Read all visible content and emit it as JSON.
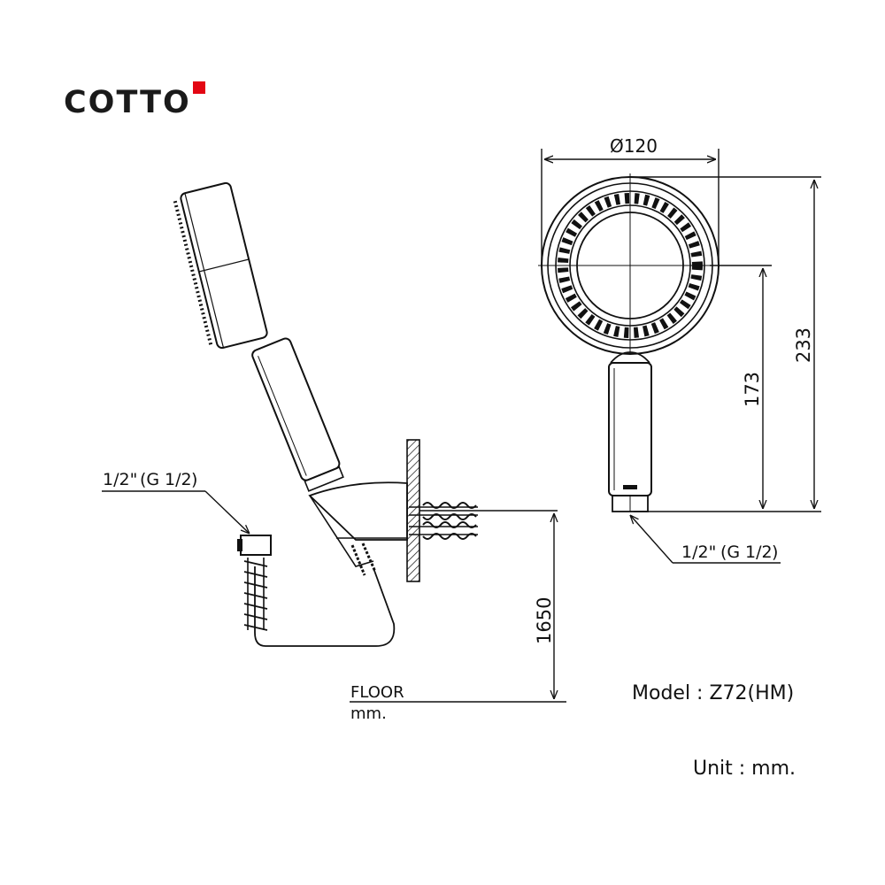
{
  "brand": {
    "name": "COTTO",
    "accent_color": "#e30613"
  },
  "dimensions": {
    "diameter": "Ø120",
    "total_height": "233",
    "handle_height": "173",
    "mount_height": "1650"
  },
  "labels": {
    "thread_left": {
      "whole": "1/2\"",
      "paren_open": "(G",
      "fraction": "1/2",
      "paren_close": ")"
    },
    "thread_right": {
      "whole": "1/2\"",
      "paren_open": "(G",
      "fraction": "1/2",
      "paren_close": ")"
    },
    "floor": "FLOOR",
    "floor_unit": "mm."
  },
  "info": {
    "model": "Model : Z72(HM)",
    "unit": "Unit : mm."
  }
}
